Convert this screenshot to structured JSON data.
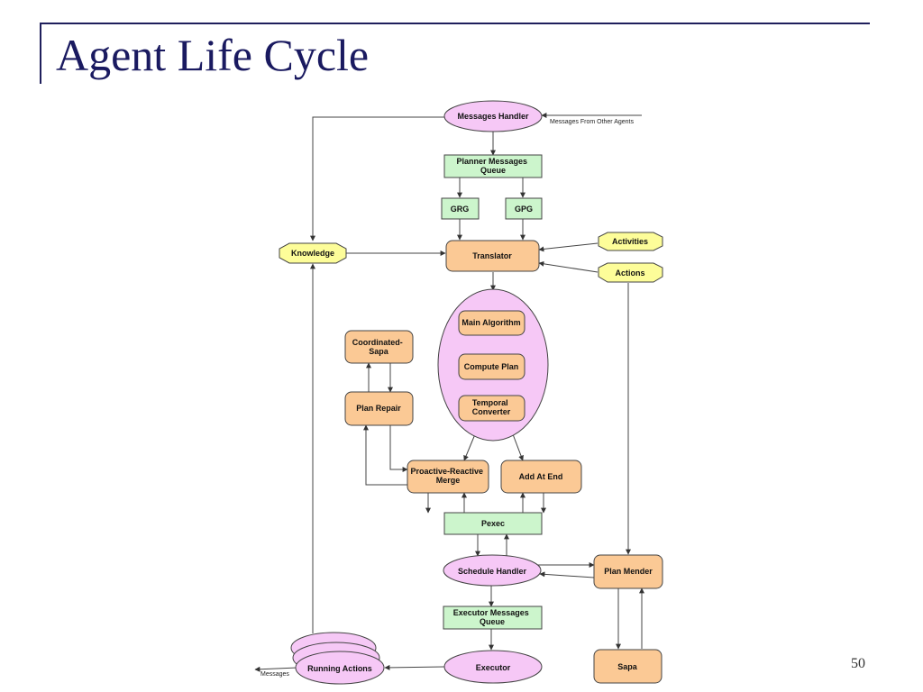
{
  "slide": {
    "title": "Agent Life Cycle",
    "page_number": "50"
  },
  "colors": {
    "title": "#1a1a60",
    "ellipse_fill": "#f6c8f6",
    "queue_fill": "#ccf5cc",
    "process_fill": "#fbc995",
    "octagon_fill": "#fdfd99",
    "stroke": "#444444"
  },
  "nodes": {
    "messages_handler": "Messages Handler",
    "planner_messages_queue": [
      "Planner Messages",
      "Queue"
    ],
    "grg": "GRG",
    "gpg": "GPG",
    "knowledge": "Knowledge",
    "translator": "Translator",
    "activities": "Activities",
    "actions": "Actions",
    "main_algorithm": "Main Algorithm",
    "compute_plan": "Compute Plan",
    "temporal_converter": [
      "Temporal",
      "Converter"
    ],
    "coordinated_sapa": [
      "Coordinated-",
      "Sapa"
    ],
    "plan_repair": "Plan Repair",
    "proactive_reactive_merge": [
      "Proactive-Reactive",
      "Merge"
    ],
    "add_at_end": "Add At End",
    "pexec": "Pexec",
    "schedule_handler": "Schedule Handler",
    "plan_mender": "Plan Mender",
    "executor_messages_queue": [
      "Executor Messages",
      "Queue"
    ],
    "executor": "Executor",
    "running_actions": "Running Actions",
    "sapa": "Sapa"
  },
  "edge_labels": {
    "messages_from_other_agents": "Messages From Other Agents",
    "messages_out": "Messages"
  }
}
